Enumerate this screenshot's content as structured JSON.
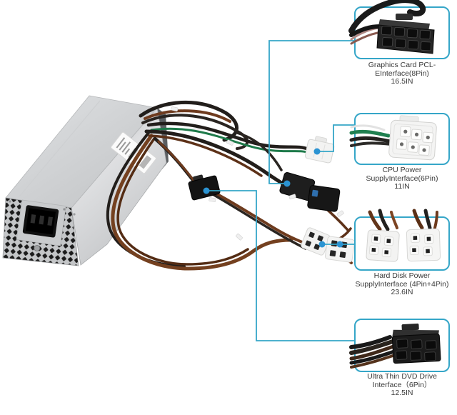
{
  "figure": {
    "type": "annotated-product-diagram",
    "subject": "desktop power supply unit with output cable connectors",
    "accent_color": "#35a6c8",
    "dot_color": "#2b93d2",
    "text_color": "#3a3a3a",
    "background_color": "#ffffff"
  },
  "callouts": [
    {
      "id": "graphics-card",
      "connector": "black 8-pin PCI-E connector",
      "line1": "Graphics Card PCL-",
      "line2": "EInterface(8Pin)",
      "line3": "16.5IN"
    },
    {
      "id": "cpu-power",
      "connector": "white 6-pin CPU power connector",
      "line1": "CPU Power",
      "line2": "SupplyInterface(6Pin)",
      "line3": "11IN"
    },
    {
      "id": "hard-disk-power",
      "connector": "two white 4-pin peripheral connectors",
      "line1": "Hard Disk Power",
      "line2": "SupplyInterface (4Pin+4Pin)",
      "line3": "23.6IN"
    },
    {
      "id": "dvd-drive",
      "connector": "black slim 6-pin DVD drive connector",
      "line1": "Ultra Thin DVD Drive",
      "line2": "Interface（6Pin）",
      "line3": "12.5IN"
    }
  ]
}
